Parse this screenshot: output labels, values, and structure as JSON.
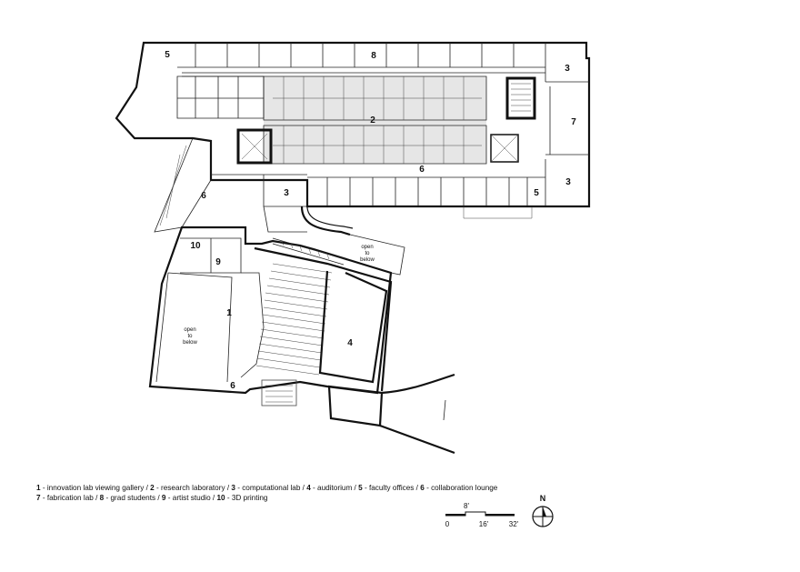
{
  "rooms": {
    "r5a": "5",
    "r8": "8",
    "r3a": "3",
    "r2": "2",
    "r7": "7",
    "r6a": "6",
    "r6b": "6",
    "r3b": "3",
    "r5b": "5",
    "r3c": "3",
    "r10": "10",
    "r9": "9",
    "r1": "1",
    "r4": "4",
    "r6c": "6"
  },
  "notes": {
    "open_below_1": [
      "open",
      "to",
      "below"
    ],
    "open_below_2": [
      "open",
      "to",
      "below"
    ]
  },
  "legend": {
    "line1": [
      {
        "num": "1",
        "text": " - innovation lab viewing gallery / "
      },
      {
        "num": "2",
        "text": " - research laboratory / "
      },
      {
        "num": "3",
        "text": " - computational lab / "
      },
      {
        "num": "4",
        "text": " - auditorium / "
      },
      {
        "num": "5",
        "text": " - faculty offices / "
      },
      {
        "num": "6",
        "text": " - collaboration lounge"
      }
    ],
    "line2": [
      {
        "num": "7",
        "text": " - fabrication lab / "
      },
      {
        "num": "8",
        "text": " - grad students / "
      },
      {
        "num": "9",
        "text": " - artist studio / "
      },
      {
        "num": "10",
        "text": " - 3D printing"
      }
    ]
  },
  "scale": {
    "mid": "8'",
    "zero": "0",
    "sixteen": "16'",
    "thirtytwo": "32'"
  },
  "north": {
    "label": "N"
  }
}
